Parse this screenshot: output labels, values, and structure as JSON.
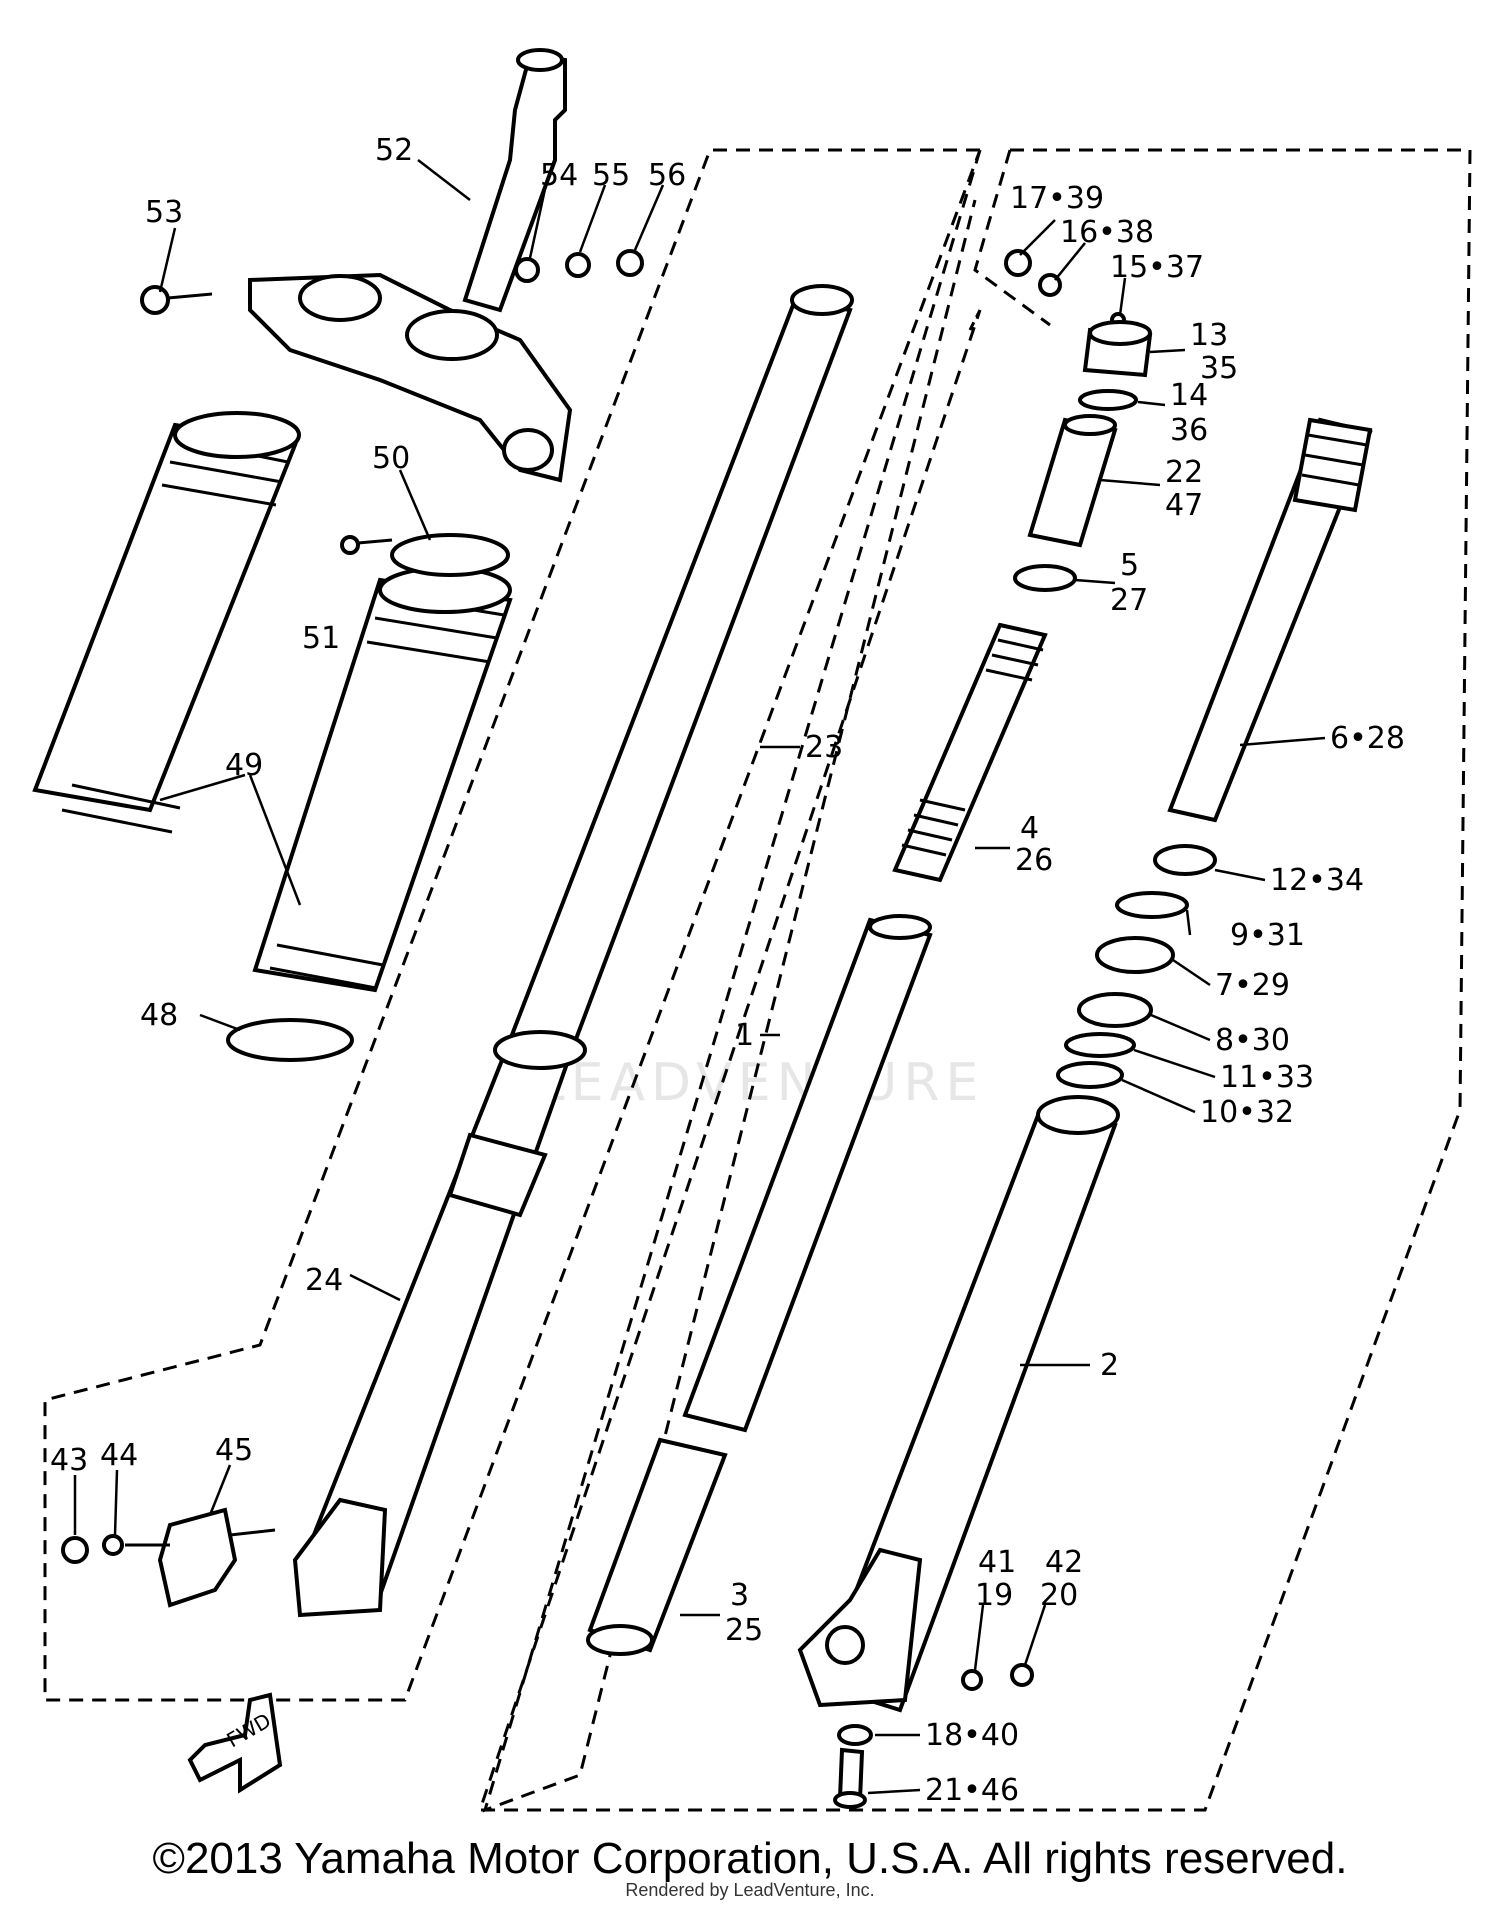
{
  "callouts": {
    "c52": "52",
    "c53": "53",
    "c54": "54",
    "c55": "55",
    "c56": "56",
    "c50": "50",
    "c51": "51",
    "c49": "49",
    "c48": "48",
    "c24": "24",
    "c43": "43",
    "c44": "44",
    "c45": "45",
    "c23": "23",
    "c1": "1",
    "c3": "3",
    "c25": "25",
    "c17_39": "17•39",
    "c16_38": "16•38",
    "c15_37": "15•37",
    "c13": "13",
    "c35": "35",
    "c14": "14",
    "c36": "36",
    "c22": "22",
    "c47": "47",
    "c5": "5",
    "c27": "27",
    "c4": "4",
    "c26": "26",
    "c6_28": "6•28",
    "c12_34": "12•34",
    "c9_31": "9•31",
    "c7_29": "7•29",
    "c8_30": "8•30",
    "c11_33": "11•33",
    "c10_32": "10•32",
    "c2": "2",
    "c41": "41",
    "c19": "19",
    "c42": "42",
    "c20": "20",
    "c18_40": "18•40",
    "c21_46": "21•46"
  },
  "fwd_label": "FWD",
  "watermark": "LEADVENTURE",
  "copyright": "©2013 Yamaha Motor Corporation, U.S.A. All rights reserved.",
  "rendered_by": "Rendered by LeadVenture, Inc."
}
